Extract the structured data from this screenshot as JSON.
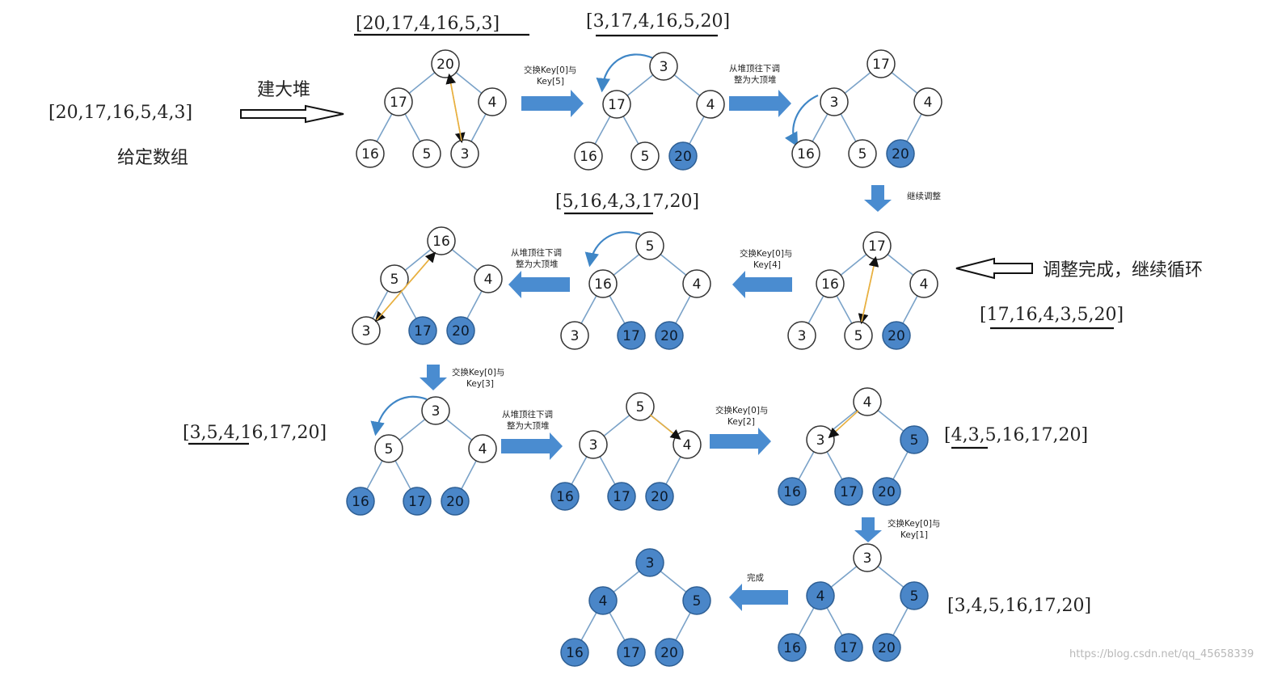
{
  "given": {
    "array": "[20,17,16,5,4,3]",
    "label": "给定数组"
  },
  "build_label": "建大堆",
  "arrays": {
    "a1": "[20,17,4,16,5,3]",
    "a2": "[3,17,4,16,5,20]",
    "a3": "[5,16,4,3,17,20]",
    "a4": "[17,16,4,3,5,20]",
    "a5": "[3,5,4,16,17,20]",
    "a6": "[4,3,5,16,17,20]",
    "a7": "[3,4,5,16,17,20]"
  },
  "captions": {
    "swap5": [
      "交换Key[0]与",
      "Key[5]"
    ],
    "down1": [
      "从堆顶往下调",
      "整为大顶堆"
    ],
    "cont": "继续调整",
    "swap4": [
      "交换Key[0]与",
      "Key[4]"
    ],
    "down2": [
      "从堆顶往下调",
      "整为大顶堆"
    ],
    "swap3": [
      "交换Key[0]与",
      "Key[3]"
    ],
    "down3": [
      "从堆顶往下调",
      "整为大顶堆"
    ],
    "swap2": [
      "交换Key[0]与",
      "Key[2]"
    ],
    "swap1": [
      "交换Key[0]与",
      "Key[1]"
    ],
    "done": "完成"
  },
  "adjust_note": "调整完成，继续循环",
  "watermark": "https://blog.csdn.net/qq_45658339",
  "colors": {
    "sorted_node": "#4a86c8",
    "edge": "#7aa2c8",
    "arrow": "#4a8cd0",
    "curve": "#3f86c6",
    "swap_line": "#e8b040"
  },
  "trees": [
    {
      "id": "t1",
      "values": [
        "20",
        "17",
        "4",
        "16",
        "5",
        "3"
      ],
      "sorted": []
    },
    {
      "id": "t2",
      "values": [
        "3",
        "17",
        "4",
        "16",
        "5",
        "20"
      ],
      "sorted": [
        5
      ]
    },
    {
      "id": "t3",
      "values": [
        "17",
        "3",
        "4",
        "16",
        "5",
        "20"
      ],
      "sorted": [
        5
      ]
    },
    {
      "id": "t4",
      "values": [
        "17",
        "16",
        "4",
        "3",
        "5",
        "20"
      ],
      "sorted": [
        5
      ]
    },
    {
      "id": "t5",
      "values": [
        "5",
        "16",
        "4",
        "3",
        "17",
        "20"
      ],
      "sorted": [
        4,
        5
      ]
    },
    {
      "id": "t6",
      "values": [
        "16",
        "5",
        "4",
        "3",
        "17",
        "20"
      ],
      "sorted": [
        4,
        5
      ]
    },
    {
      "id": "t7",
      "values": [
        "3",
        "5",
        "4",
        "16",
        "17",
        "20"
      ],
      "sorted": [
        3,
        4,
        5
      ]
    },
    {
      "id": "t8",
      "values": [
        "5",
        "3",
        "4",
        "16",
        "17",
        "20"
      ],
      "sorted": [
        3,
        4,
        5
      ]
    },
    {
      "id": "t9",
      "values": [
        "4",
        "3",
        "5",
        "16",
        "17",
        "20"
      ],
      "sorted": [
        2,
        3,
        4,
        5
      ]
    },
    {
      "id": "t10",
      "values": [
        "3",
        "4",
        "5",
        "16",
        "17",
        "20"
      ],
      "sorted": [
        1,
        2,
        3,
        4,
        5
      ]
    },
    {
      "id": "t11",
      "values": [
        "3",
        "4",
        "5",
        "16",
        "17",
        "20"
      ],
      "sorted": [
        0,
        1,
        2,
        3,
        4,
        5
      ]
    }
  ]
}
